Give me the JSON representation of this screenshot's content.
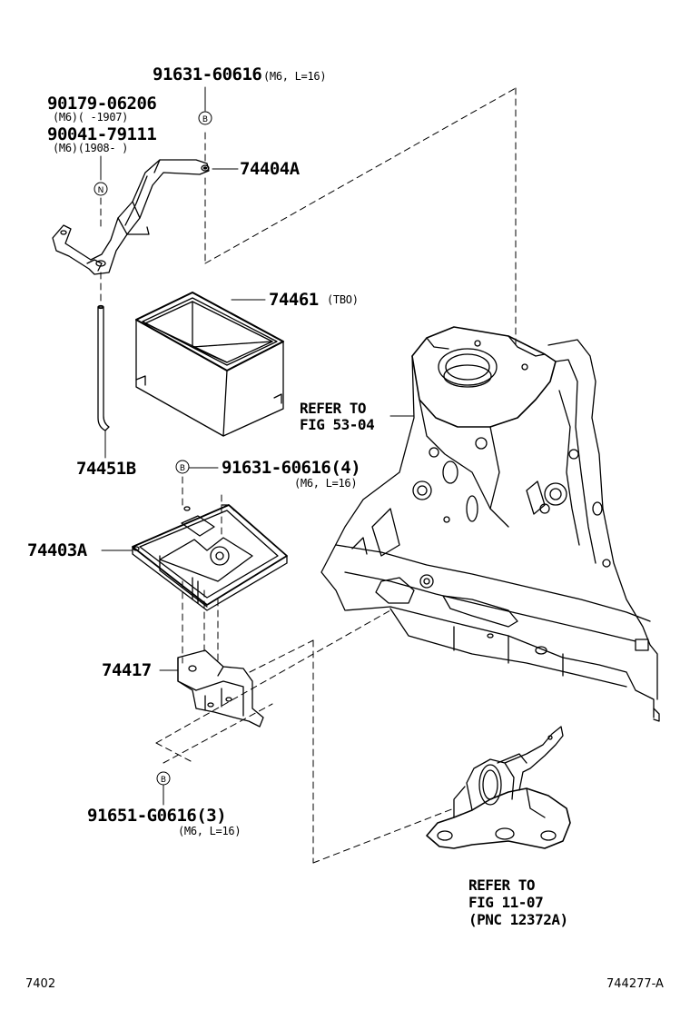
{
  "labels": {
    "bolt_top_pn": "91631-60616",
    "bolt_top_spec": "(M6, L=16)",
    "bolt_a_pn": "90179-06206",
    "bolt_a_spec": "(M6)(     -1907)",
    "bolt_b_pn": "90041-79111",
    "bolt_b_spec": "(M6)(1908-     )",
    "clamp_pn": "74404A",
    "box_pn": "74461",
    "box_spec": "(TBO)",
    "rod_pn": "74451B",
    "bolt_mid_pn": "91631-60616(4)",
    "bolt_mid_spec": "(M6, L=16)",
    "tray_pn": "74403A",
    "bracket_pn": "74417",
    "bolt_bottom_pn": "91651-G0616(3)",
    "bolt_bottom_spec": "(M6, L=16)"
  },
  "markers": {
    "b": "B",
    "n": "N"
  },
  "references": {
    "body_ref_line1": "REFER TO",
    "body_ref_line2": "FIG 53-04",
    "mount_ref_line1": "REFER TO",
    "mount_ref_line2": "FIG 11-07",
    "mount_ref_line3": "(PNC 12372A)"
  },
  "footer": {
    "section_code": "7402",
    "illustration_code": "744277-A"
  }
}
